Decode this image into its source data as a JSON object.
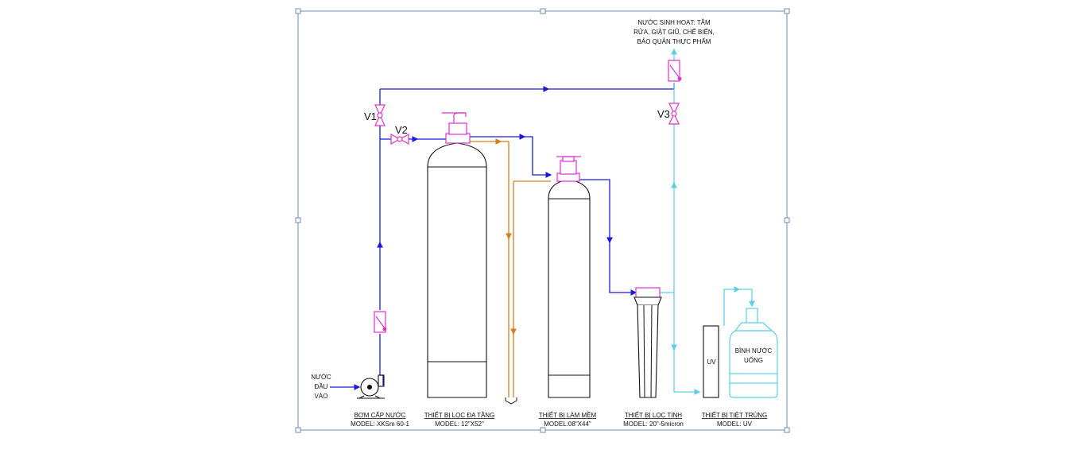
{
  "colors": {
    "frame": "#6b8fb3",
    "blue_line": "#1a1adf",
    "cyan_line": "#5ecfea",
    "orange_line": "#d47f1e",
    "valve": "#dd33cc",
    "tank": "#111111"
  },
  "inlet": {
    "line1": "NƯỚC",
    "line2": "ĐẦU",
    "line3": "VÀO"
  },
  "outlet_note": {
    "line1": "NƯỚC SINH HOẠT: TẮM",
    "line2": "RỬA, GIẶT GIŨ, CHẾ BIẾN,",
    "line3": "BẢO QUẢN THỰC PHẨM"
  },
  "valves": {
    "v1": "V1",
    "v2": "V2",
    "v3": "V3"
  },
  "uv_label": "UV",
  "bottle": {
    "line1": "BÌNH NƯỚC",
    "line2": "UỐNG"
  },
  "equipment": [
    {
      "title": "BƠM CẤP NƯỚC",
      "model": "MODEL: XKSm 60-1"
    },
    {
      "title": "THIẾT BỊ LỌC ĐA TẦNG",
      "model": "MODEL: 12\"X52\""
    },
    {
      "title": "THIẾT BỊ LÀM MỀM",
      "model": "MODEL:08\"X44\""
    },
    {
      "title": "THIẾT BỊ LỌC TINH",
      "model": "MODEL: 20\"-5micron"
    },
    {
      "title": "THIẾT BỊ TIỆT TRÙNG",
      "model": "MODEL: UV"
    }
  ]
}
